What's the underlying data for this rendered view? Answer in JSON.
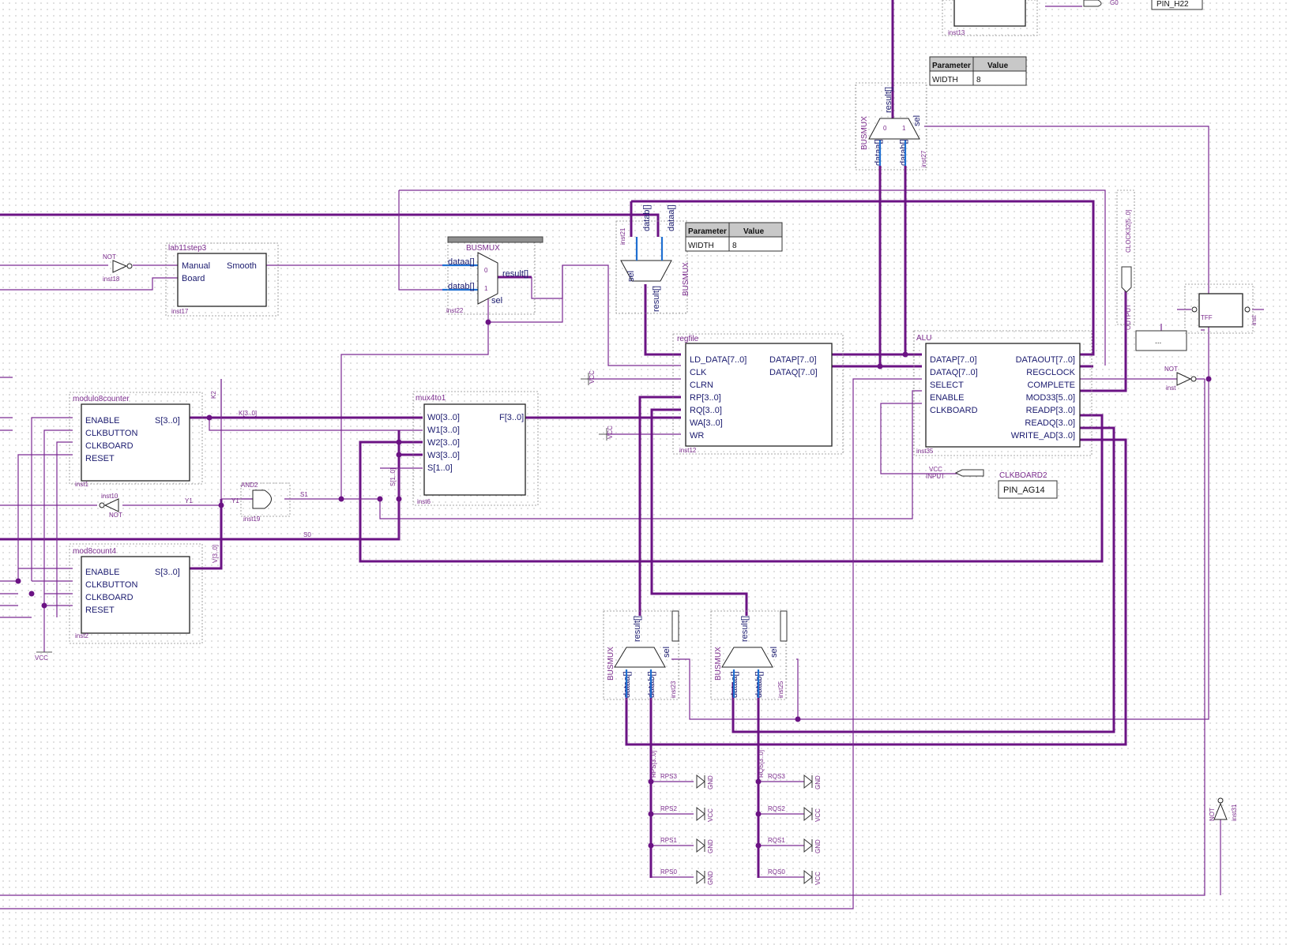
{
  "blocks": {
    "inst13": {
      "inst": "inst13"
    },
    "pin_h22": {
      "label": "PIN_H22"
    },
    "g0": {
      "label": "G0"
    },
    "lab11step3": {
      "name": "lab11step3",
      "ports_in": [
        "Manual",
        "Board"
      ],
      "ports_out": [
        "Smooth"
      ],
      "inst": "inst17"
    },
    "modulo8counter": {
      "name": "modulo8counter",
      "ports_in": [
        "ENABLE",
        "CLKBUTTON",
        "CLKBOARD",
        "RESET"
      ],
      "port_out": "S[3..0]",
      "inst": "inst1"
    },
    "mod8count4": {
      "name": "mod8count4",
      "ports_in": [
        "ENABLE",
        "CLKBUTTON",
        "CLKBOARD",
        "RESET"
      ],
      "port_out": "S[3..0]",
      "inst": "inst2"
    },
    "mux4to1": {
      "name": "mux4to1",
      "ports_in": [
        "W0[3..0]",
        "W1[3..0]",
        "W2[3..0]",
        "W3[3..0]",
        "S[1..0]"
      ],
      "port_out": "F[3..0]",
      "inst": "inst6"
    },
    "regfile": {
      "name": "regfile",
      "ports_in": [
        "LD_DATA[7..0]",
        "CLK",
        "CLRN",
        "RP[3..0]",
        "RQ[3..0]",
        "WA[3..0]",
        "WR"
      ],
      "ports_out": [
        "DATAP[7..0]",
        "DATAQ[7..0]"
      ],
      "inst": "inst12"
    },
    "alu": {
      "name": "ALU",
      "ports_in": [
        "DATAP[7..0]",
        "DATAQ[7..0]",
        "SELECT",
        "ENABLE",
        "CLKBOARD"
      ],
      "ports_out": [
        "DATAOUT[7..0]",
        "REGCLOCK",
        "COMPLETE",
        "MOD33[5..0]",
        "READP[3..0]",
        "READQ[3..0]",
        "WRITE_AD[3..0]"
      ],
      "inst": "inst35"
    },
    "busmux22": {
      "title": "BUSMUX",
      "in_a": "dataa[]",
      "in_b": "datab[]",
      "out": "result[]",
      "sel": "sel",
      "inst": "inst22",
      "z": "0",
      "o": "1"
    },
    "busmux21": {
      "title": "BUSMUX",
      "in_a": "dataa[]",
      "in_b": "datab[]",
      "out": "result[]",
      "sel": "sel",
      "inst": "inst21"
    },
    "busmux27": {
      "title": "BUSMUX",
      "in_a": "dataa[]",
      "in_b": "datab[]",
      "out": "result[]",
      "sel": "sel",
      "inst": "inst27"
    },
    "busmux23": {
      "title": "BUSMUX",
      "in_a": "dataa[]",
      "in_b": "datab[]",
      "out": "result[]",
      "sel": "sel",
      "inst": "inst23"
    },
    "busmux25": {
      "title": "BUSMUX",
      "in_a": "dataa[]",
      "in_b": "datab[]",
      "out": "result[]",
      "sel": "sel",
      "inst": "inst25"
    }
  },
  "param_tables": [
    {
      "h1": "Parameter",
      "h2": "Value",
      "k": "WIDTH",
      "v": "8"
    },
    {
      "h1": "Parameter",
      "h2": "Value",
      "k": "WIDTH",
      "v": "8"
    }
  ],
  "gates": {
    "not18": {
      "label": "NOT",
      "inst": "inst18"
    },
    "not10": {
      "label": "NOT",
      "inst": "inst10"
    },
    "and2": {
      "label": "AND2",
      "inst": "inst19"
    },
    "not_alu": {
      "label": "NOT",
      "inst": "inst"
    },
    "tff": {
      "label": "TFF",
      "inst": "inst"
    },
    "not31": {
      "label": "NOT",
      "inst": "inst31"
    }
  },
  "signals": {
    "k30": "K[3..0]",
    "k2": "K2",
    "y1a": "Y1",
    "y1b": "Y1",
    "s1": "S1",
    "s0": "S0",
    "v30": "V[3..0]",
    "s10": "S[1..0]",
    "clock32": "CLOCK32[5..0]",
    "output": "OUTPUT",
    "clkboard2": "CLKBOARD2",
    "pin_ag14": "PIN_AG14",
    "input_vcc": "VCC",
    "input": "INPUT",
    "vcc": "VCC",
    "gnd": "GND",
    "ellipsis": "...",
    "rps": [
      "RPS3",
      "RPS2",
      "RPS1",
      "RPS0"
    ],
    "rqs": [
      "RQS3",
      "RQS2",
      "RQS1",
      "RQS0"
    ],
    "rps_bus": "RPS[3..0]",
    "rqs_bus": "RQS[3..0]",
    "rps_vals": [
      "GND",
      "VCC",
      "GND",
      "GND"
    ],
    "rqs_vals": [
      "GND",
      "VCC",
      "GND",
      "VCC"
    ]
  }
}
